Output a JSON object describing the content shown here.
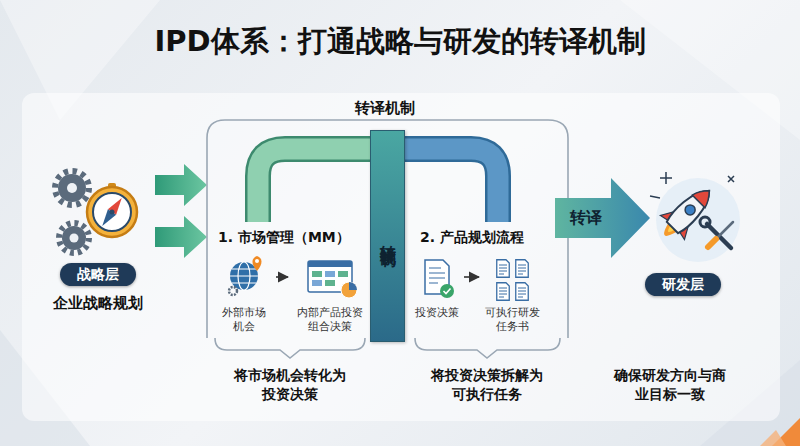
{
  "diagram": {
    "title": "IPD体系：打通战略与研发的转译机制",
    "nodes": [
      {
        "text": [
          "战略层",
          "企业战略规划"
        ]
      },
      {
        "text": [
          "外部市场 机会"
        ]
      },
      {
        "text": [
          "内部产品投资 组合决策"
        ]
      },
      {
        "text": [
          "转译机制"
        ]
      },
      {
        "text": [
          "投资决策"
        ]
      },
      {
        "text": [
          "可执行研发 任务书"
        ]
      },
      {
        "text": [
          "转译"
        ]
      },
      {
        "text": [
          "研发层"
        ]
      }
    ],
    "edges": [
      {
        "from": 1,
        "to": 2,
        "arrow": "to"
      },
      {
        "from": 4,
        "to": 5,
        "arrow": "to"
      }
    ],
    "labels": [
      "转译机制",
      "1. 市场管理（MM）",
      "2. 产品规划流程",
      "将市场机会转化为 投资决策",
      "将投资决策拆解为 可执行任务",
      "确保研发方向与商 业目标一致"
    ]
  }
}
